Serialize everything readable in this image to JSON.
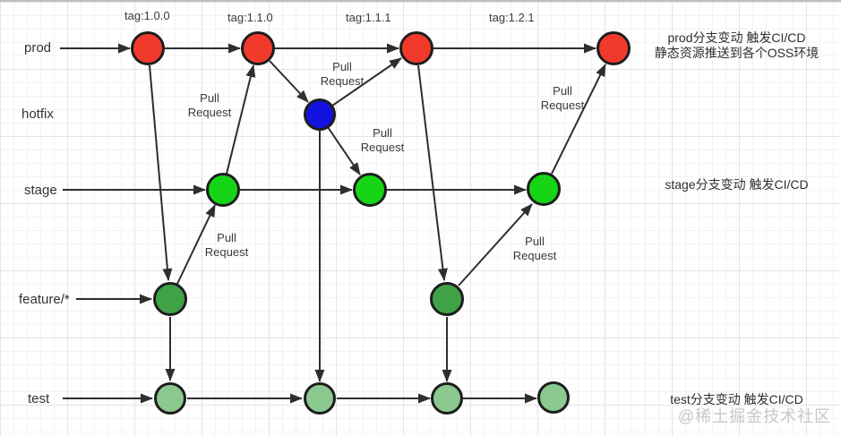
{
  "diagram": {
    "branches": [
      {
        "label": "prod"
      },
      {
        "label": "hotfix"
      },
      {
        "label": "stage"
      },
      {
        "label": "feature/*"
      },
      {
        "label": "test"
      }
    ],
    "tags": [
      "tag:1.0.0",
      "tag:1.1.0",
      "tag:1.1.1",
      "tag:1.2.1"
    ],
    "pull_request_label": "Pull Request",
    "annotations": {
      "prod_line1": "prod分支变动 触发CI/CD",
      "prod_line2": "静态资源推送到各个OSS环境",
      "stage": "stage分支变动 触发CI/CD",
      "test": "test分支变动 触发CI/CD"
    },
    "watermark": "@稀土掘金技术社区",
    "node_colors": {
      "prod": "#f23a2c",
      "hotfix": "#1212df",
      "stage": "#16d516",
      "feature": "#3fa247",
      "test": "#8bc98e"
    },
    "node_counts": {
      "prod": 4,
      "hotfix": 1,
      "stage": 3,
      "feature": 2,
      "test": 4
    },
    "edge_color": "#2e2e2e",
    "connections": [
      {
        "from": "prod-1",
        "to": "prod-2"
      },
      {
        "from": "prod-2",
        "to": "prod-3"
      },
      {
        "from": "prod-3",
        "to": "prod-4"
      },
      {
        "from": "prod-1",
        "to": "feature-1"
      },
      {
        "from": "feature-1",
        "to": "stage-1",
        "label": "Pull Request"
      },
      {
        "from": "stage-1",
        "to": "prod-2",
        "label": "Pull Request"
      },
      {
        "from": "prod-2",
        "to": "hotfix-1"
      },
      {
        "from": "hotfix-1",
        "to": "prod-3",
        "label": "Pull Request"
      },
      {
        "from": "hotfix-1",
        "to": "stage-2",
        "label": "Pull Request"
      },
      {
        "from": "hotfix-1",
        "to": "test-2"
      },
      {
        "from": "stage-1",
        "to": "stage-2"
      },
      {
        "from": "stage-2",
        "to": "stage-3"
      },
      {
        "from": "prod-3",
        "to": "feature-2"
      },
      {
        "from": "feature-2",
        "to": "stage-3",
        "label": "Pull Request"
      },
      {
        "from": "stage-3",
        "to": "prod-4",
        "label": "Pull Request"
      },
      {
        "from": "feature-1",
        "to": "test-1"
      },
      {
        "from": "feature-2",
        "to": "test-3"
      },
      {
        "from": "test-1",
        "to": "test-2"
      },
      {
        "from": "test-2",
        "to": "test-3"
      },
      {
        "from": "test-3",
        "to": "test-4"
      }
    ]
  }
}
